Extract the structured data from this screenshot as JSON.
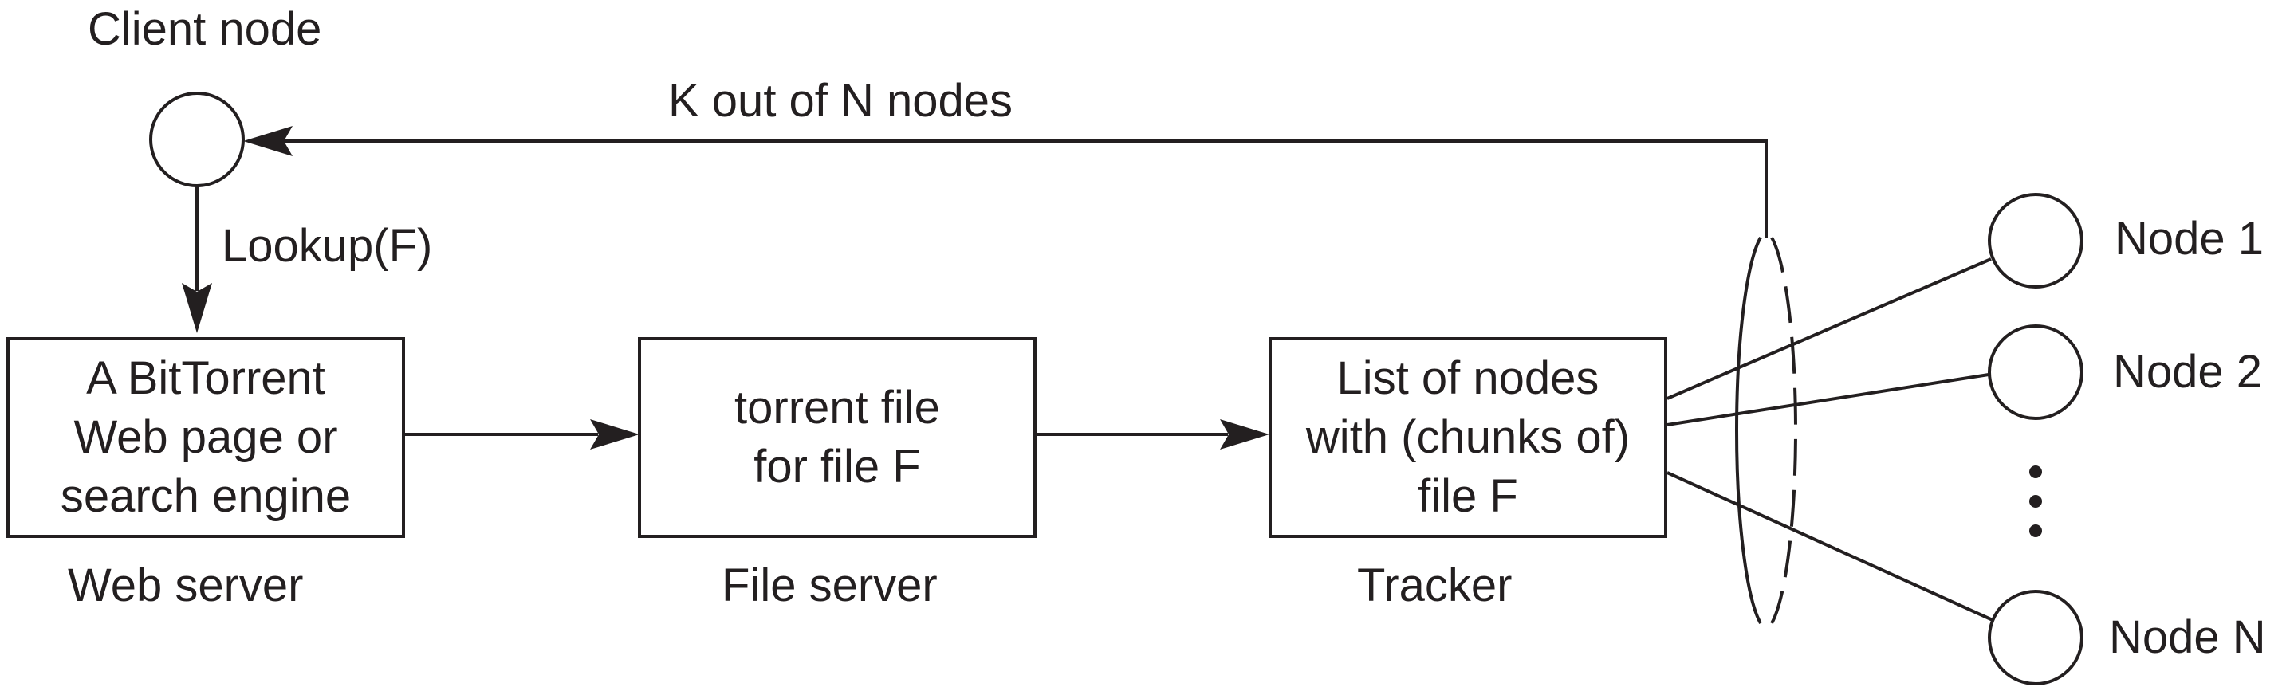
{
  "colors": {
    "stroke": "#231f20",
    "background": "#ffffff"
  },
  "client": {
    "label": "Client node"
  },
  "edges": {
    "lookup": "Lookup(F)",
    "return": "K out of N nodes"
  },
  "boxes": {
    "web": {
      "lines": [
        "A BitTorrent",
        "Web page or",
        "search engine"
      ],
      "caption": "Web server"
    },
    "file": {
      "lines": [
        "torrent file",
        "for file F"
      ],
      "caption": "File server"
    },
    "tracker": {
      "lines": [
        "List of nodes",
        "with (chunks of)",
        "file F"
      ],
      "caption": "Tracker"
    }
  },
  "nodes": [
    {
      "label": "Node 1"
    },
    {
      "label": "Node 2"
    },
    {
      "label": "Node N"
    }
  ],
  "ellipsis_dots": 3
}
